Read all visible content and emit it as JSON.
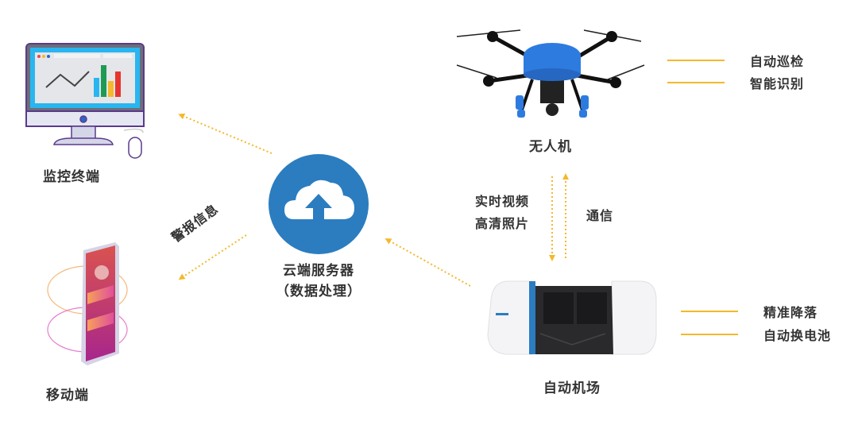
{
  "nodes": {
    "monitor": {
      "label": "监控终端"
    },
    "mobile": {
      "label": "移动端"
    },
    "cloud": {
      "label_line1": "云端服务器",
      "label_line2": "（数据处理）"
    },
    "drone": {
      "label": "无人机",
      "features": [
        "自动巡检",
        "智能识别"
      ]
    },
    "dock": {
      "label": "自动机场",
      "features": [
        "精准降落",
        "自动换电池"
      ]
    }
  },
  "edges": {
    "alarm": {
      "label": "警报信息"
    },
    "media": {
      "label_line1": "实时视频",
      "label_line2": "高清照片"
    },
    "comm": {
      "label": "通信"
    }
  },
  "colors": {
    "arrow": "#f3b92b",
    "cloud": "#2b7dc0",
    "drone_blue": "#2e7be0",
    "monitor_frame": "#5b3a8c",
    "monitor_screen": "#29b6f0",
    "text": "#333333"
  }
}
